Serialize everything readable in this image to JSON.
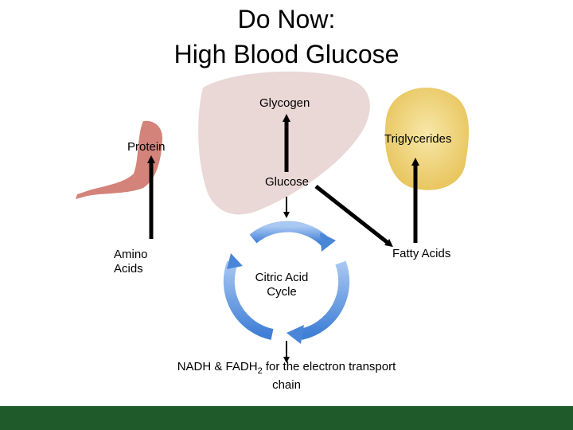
{
  "title": {
    "line1": "Do Now:",
    "line2": "High Blood Glucose"
  },
  "labels": {
    "glycogen": "Glycogen",
    "triglycerides": "Triglycerides",
    "protein": "Protein",
    "glucose": "Glucose",
    "amino_acids_1": "Amino",
    "amino_acids_2": "Acids",
    "fatty_acids": "Fatty Acids",
    "citric_1": "Citric Acid",
    "citric_2": "Cycle",
    "nadh_pre": "NADH & FADH",
    "nadh_sub": "2",
    "nadh_post": " for the electron transport",
    "nadh_line2": "chain"
  },
  "colors": {
    "footer": "#1f5a2b",
    "cycle": "#4a86d8",
    "arrow": "#000000"
  }
}
